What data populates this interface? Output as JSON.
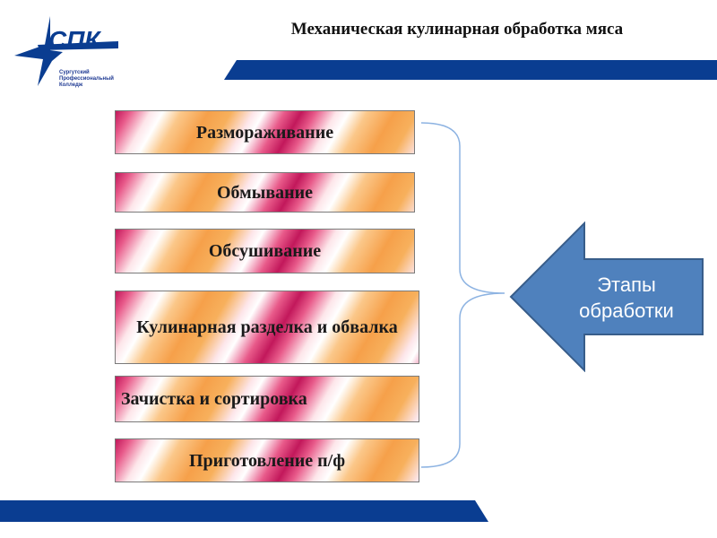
{
  "logo": {
    "mark": "СПК",
    "lines": [
      "Сургутский",
      "Профессиональный",
      "Колледж"
    ],
    "icon": "star-swoosh-logo-icon"
  },
  "title": "Механическая кулинарная обработка мяса",
  "stages": [
    "Размораживание",
    "Обмывание",
    "Обсушивание",
    "Кулинарная разделка и обвалка",
    "Зачистка и сортировка",
    "Приготовление п/ф"
  ],
  "arrow_label": "Этапы обработки",
  "colors": {
    "brand_blue": "#0a3d91",
    "arrow_fill": "#4f81bd",
    "arrow_border": "#385d8a",
    "bracket": "#8db3e2"
  }
}
